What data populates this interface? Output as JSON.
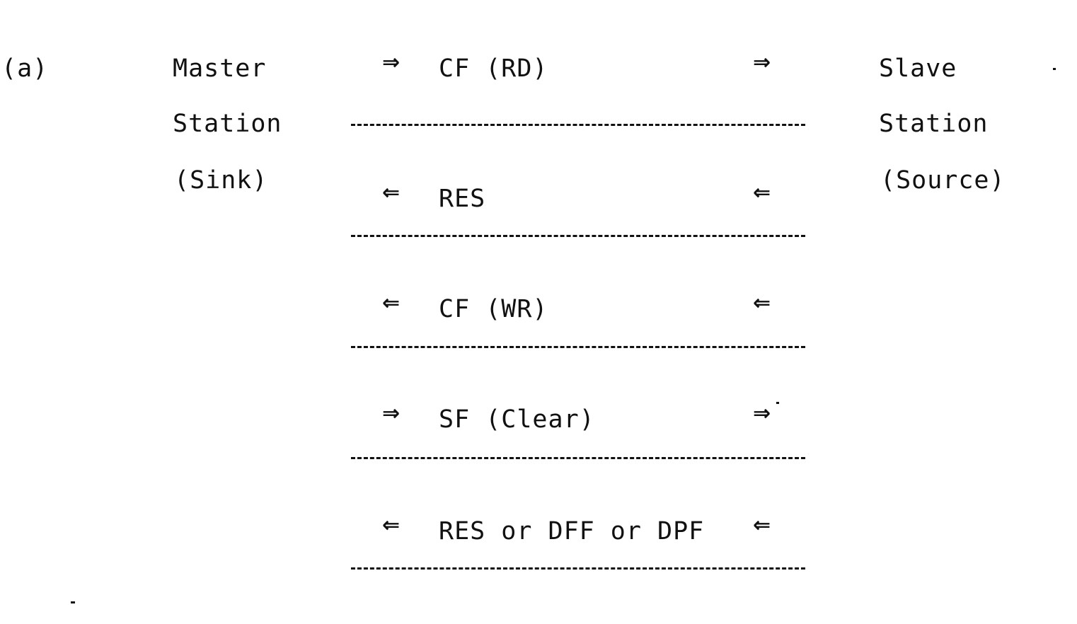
{
  "label": "(a)",
  "master": {
    "line1": "Master",
    "line2": "Station",
    "line3": "(Sink)"
  },
  "slave": {
    "line1": "Slave",
    "line2": "Station",
    "line3": "(Source)"
  },
  "arrows": {
    "right": "⇒",
    "left": "⇐"
  },
  "messages": [
    {
      "text": "CF (RD)",
      "direction": "master-to-slave"
    },
    {
      "text": "RES",
      "direction": "slave-to-master"
    },
    {
      "text": "CF (WR)",
      "direction": "slave-to-master"
    },
    {
      "text": "SF (Clear)",
      "direction": "master-to-slave"
    },
    {
      "text": "RES or DFF or DPF",
      "direction": "slave-to-master"
    }
  ]
}
